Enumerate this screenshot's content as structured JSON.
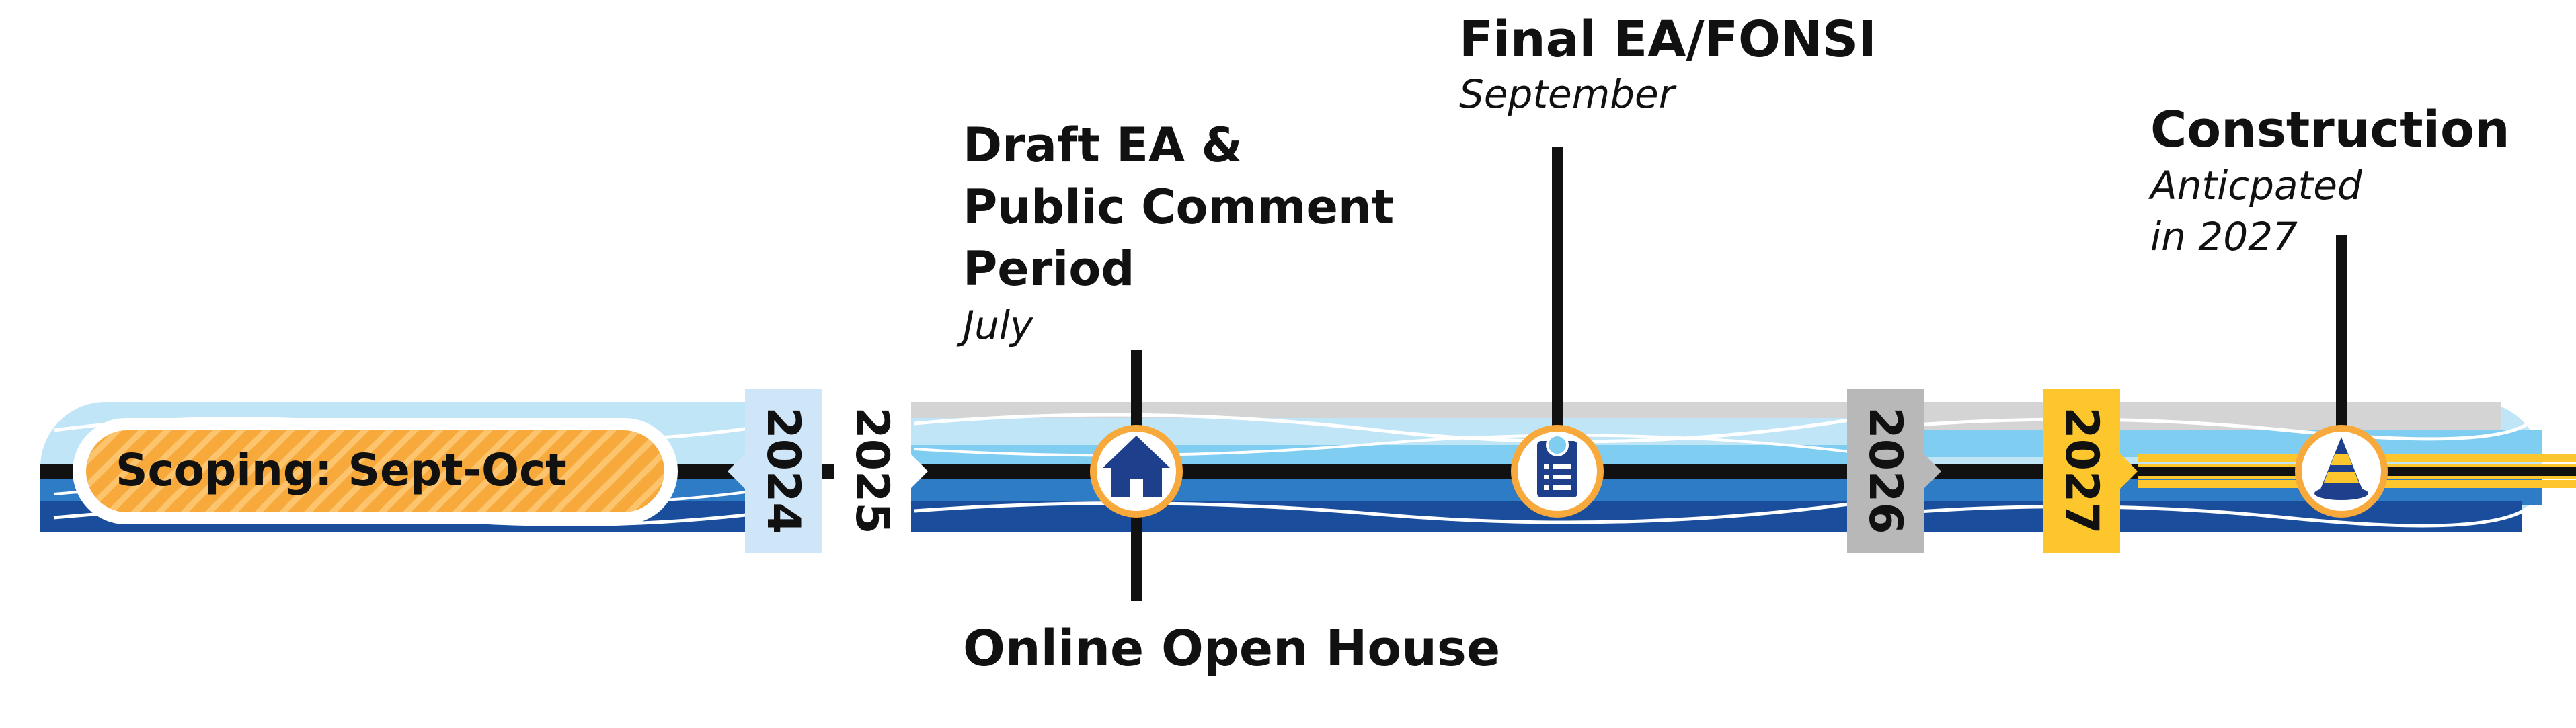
{
  "scoping": {
    "label": "Scoping: Sept-Oct"
  },
  "years": {
    "y2024": "2024",
    "y2025": "2025",
    "y2026": "2026",
    "y2027": "2027"
  },
  "milestones": {
    "draft": {
      "title_lines": [
        "Draft EA &",
        "Public Comment",
        "Period"
      ],
      "subtitle": "July",
      "icon": "house-icon"
    },
    "open_house": {
      "title": "Online Open House"
    },
    "final": {
      "title": "Final EA/FONSI",
      "subtitle": "September",
      "icon": "clipboard-icon"
    },
    "construction": {
      "title": "Construction",
      "subtitle_lines": [
        "Anticpated",
        "in 2027"
      ],
      "icon": "traffic-cone-icon"
    }
  },
  "colors": {
    "accent_orange": "#f7a93b",
    "navy": "#1e3f8c",
    "water_light": "#7fcdf0",
    "water_pale": "#bfe5f7",
    "water_mid": "#2f7cc6",
    "water_dark": "#1a4e9c",
    "year_2024": "#cfe6f8",
    "year_2026": "#b8b8b8",
    "year_2027": "#fdc62c",
    "line": "#111111"
  }
}
